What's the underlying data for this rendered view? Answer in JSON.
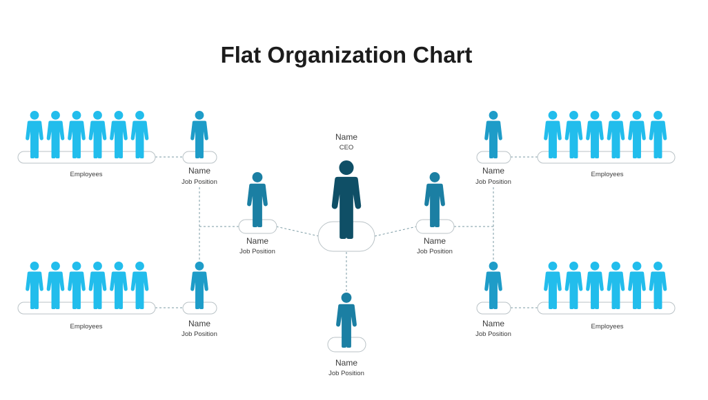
{
  "title": "Flat Organization Chart",
  "colors": {
    "ceo": "#0f4f66",
    "manager": "#1b7fa3",
    "lead": "#1e9cc8",
    "employee": "#22bdec"
  },
  "ceo": {
    "name": "Name",
    "position": "CEO"
  },
  "managers": [
    {
      "name": "Name",
      "position": "Job Position"
    },
    {
      "name": "Name",
      "position": "Job Position"
    },
    {
      "name": "Name",
      "position": "Job Position"
    }
  ],
  "leads": [
    {
      "name": "Name",
      "position": "Job Position"
    },
    {
      "name": "Name",
      "position": "Job Position"
    },
    {
      "name": "Name",
      "position": "Job Position"
    },
    {
      "name": "Name",
      "position": "Job Position"
    }
  ],
  "employee_groups": [
    {
      "label": "Employees"
    },
    {
      "label": "Employees"
    },
    {
      "label": "Employees"
    },
    {
      "label": "Employees"
    }
  ]
}
